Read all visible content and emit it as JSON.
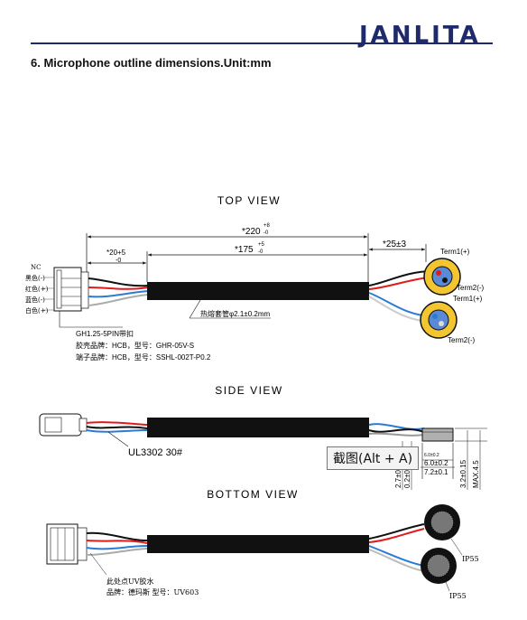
{
  "header": {
    "logo_text": "JANLITA",
    "brand_color": "#1f2a6b"
  },
  "heading": "6.  Microphone outline dimensions.Unit:mm",
  "top_view": {
    "title": "TOP VIEW",
    "dim_total": "*220",
    "dim_total_tol_upper": "+8",
    "dim_total_tol_lower": "-0",
    "dim_lead": "*20+5",
    "dim_lead_tol_lower": "-0",
    "dim_tube": "*175",
    "dim_tube_tol_upper": "+5",
    "dim_tube_tol_lower": "-0",
    "dim_tail": "*25±3",
    "pin_labels": [
      "NC",
      "黑色(-)",
      "红色(+)",
      "蓝色(-)",
      "白色(+)"
    ],
    "term1_top": "Term1(+)",
    "term2_top": "Term2(-)",
    "term1_bottom": "Term1(+)",
    "term2_bottom": "Term2(-)",
    "tube_label": "热熔套管φ2.1±0.2mm",
    "connector_notes": [
      "GH1.25-5PIN带扣",
      "胶壳品牌：HCB，型号：GHR-05V-S",
      "端子品牌：HCB，型号：SSHL-002T-P0.2"
    ]
  },
  "side_view": {
    "title": "SIDE VIEW",
    "wire_label": "UL3302 30#",
    "dim_a": "6.0±0.2",
    "dim_a_small": "6.0±0.2",
    "dim_b": "7.2±0.1",
    "dim_c": "2.7±0",
    "dim_d": "0.2±0",
    "dim_e": "3.2±0.15",
    "dim_f": "MAX.4.5"
  },
  "tooltip": "截图(Alt + A)",
  "bottom_view": {
    "title": "BOTTOM VIEW",
    "ip_top": "IP55",
    "ip_bottom": "IP55",
    "notes": [
      "此处点UV胶水",
      "品牌：德玛斯   型号：UV603"
    ]
  }
}
